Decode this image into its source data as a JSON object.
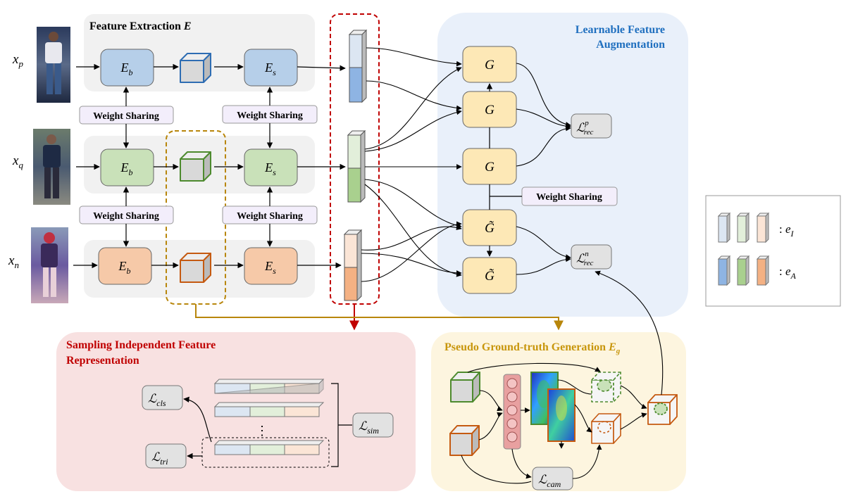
{
  "colors": {
    "feature_panel": "#f1f1f1",
    "lfa_panel": "#e9f0fa",
    "sampling_panel": "#f8e1e1",
    "pseudo_panel": "#fdf5df",
    "blue_fill": "#b6cfe9",
    "green_fill": "#c9e1b9",
    "orange_fill": "#f6c9a8",
    "g_fill": "#fde8b6",
    "ws_fill": "#f3eefb",
    "loss_fill": "#e2e2e2",
    "red_dash": "#c00000",
    "gold_dash": "#b8860b",
    "title_blue": "#1f6fbf",
    "title_red": "#c00000",
    "title_gold": "#c8960c"
  },
  "inputs": {
    "xp": {
      "var": "x",
      "sub": "p"
    },
    "xq": {
      "var": "x",
      "sub": "q"
    },
    "xn": {
      "var": "x",
      "sub": "n"
    }
  },
  "feature_extraction": {
    "title": "Feature Extraction ",
    "symbol": "E"
  },
  "encoders": {
    "eb": {
      "var": "E",
      "sub": "b"
    },
    "es": {
      "var": "E",
      "sub": "s"
    }
  },
  "weight_sharing_label": "Weight Sharing",
  "lfa": {
    "title_line1": "Learnable Feature",
    "title_line2": "Augmentation"
  },
  "generator": {
    "g": "G",
    "g_tilde": "G̃"
  },
  "losses": {
    "rec_p": {
      "sym": "ℒ",
      "sup": "p",
      "sub": "rec"
    },
    "rec_n": {
      "sym": "ℒ",
      "sup": "n",
      "sub": "rec"
    },
    "cls": {
      "sym": "ℒ",
      "sub": "cls"
    },
    "tri": {
      "sym": "ℒ",
      "sub": "tri"
    },
    "sim": {
      "sym": "ℒ",
      "sub": "sim"
    },
    "cam": {
      "sym": "ℒ",
      "sub": "cam"
    }
  },
  "sampling": {
    "title_line1": "Sampling Independent Feature",
    "title_line2": "Representation",
    "vdots": "⋮"
  },
  "pseudo": {
    "title": "Pseudo Ground-truth Generation ",
    "symbol": "E",
    "symbol_sub": "g"
  },
  "legend": {
    "ei": {
      "colon": ": ",
      "var": "e",
      "sub": "I"
    },
    "ea": {
      "colon": ": ",
      "var": "e",
      "sub": "A"
    }
  }
}
